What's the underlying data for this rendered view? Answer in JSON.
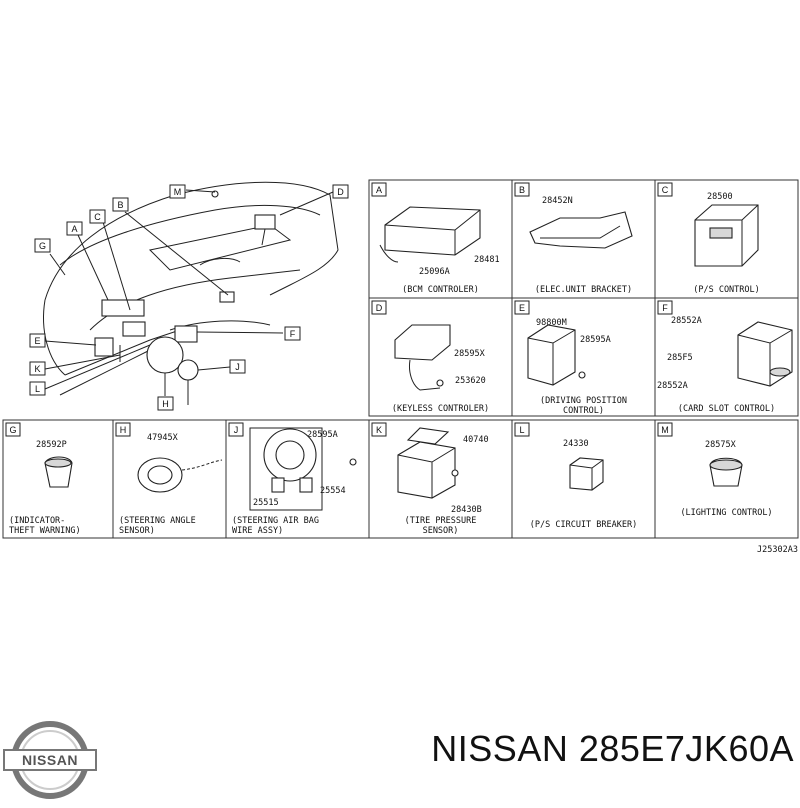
{
  "brand": {
    "logo_text": "NISSAN",
    "title": "NISSAN 285E7JK60A"
  },
  "diagram": {
    "ref_code": "J25302A3",
    "overview_letters": [
      "M",
      "D",
      "A",
      "C",
      "B",
      "G",
      "E",
      "F",
      "K",
      "J",
      "L",
      "H"
    ],
    "panels": [
      {
        "letter": "A",
        "parts": [
          "28481",
          "25096A"
        ],
        "caption": [
          "(BCM CONTROLER)"
        ]
      },
      {
        "letter": "B",
        "parts": [
          "28452N"
        ],
        "caption": [
          "(ELEC.UNIT BRACKET)"
        ]
      },
      {
        "letter": "C",
        "parts": [
          "28500"
        ],
        "caption": [
          "(P/S CONTROL)"
        ]
      },
      {
        "letter": "D",
        "parts": [
          "28595X",
          "253620"
        ],
        "caption": [
          "(KEYLESS CONTROLER)"
        ]
      },
      {
        "letter": "E",
        "parts": [
          "98800M",
          "28595A"
        ],
        "caption": [
          "(DRIVING POSITION",
          "CONTROL)"
        ]
      },
      {
        "letter": "F",
        "parts": [
          "28552A",
          "285F5",
          "28552A"
        ],
        "caption": [
          "(CARD SLOT CONTROL)"
        ]
      },
      {
        "letter": "G",
        "parts": [
          "28592P"
        ],
        "caption": [
          "(INDICATOR-",
          "THEFT WARNING)"
        ]
      },
      {
        "letter": "H",
        "parts": [
          "47945X"
        ],
        "caption": [
          "(STEERING ANGLE",
          "SENSOR)"
        ]
      },
      {
        "letter": "J",
        "parts": [
          "28595A",
          "25515",
          "25554"
        ],
        "caption": [
          "(STEERING AIR BAG",
          "WIRE ASSY)"
        ]
      },
      {
        "letter": "K",
        "parts": [
          "40740",
          "28430B"
        ],
        "caption": [
          "(TIRE PRESSURE",
          "SENSOR)"
        ]
      },
      {
        "letter": "L",
        "parts": [
          "24330"
        ],
        "caption": [
          "(P/S CIRCUIT BREAKER)"
        ]
      },
      {
        "letter": "M",
        "parts": [
          "28575X"
        ],
        "caption": [
          "(LIGHTING CONTROL)"
        ]
      }
    ]
  }
}
